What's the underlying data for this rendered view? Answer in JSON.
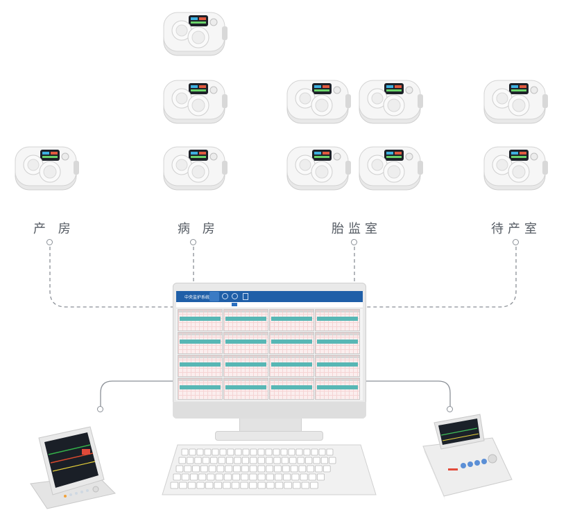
{
  "rooms": [
    {
      "id": "delivery",
      "label": "产 房"
    },
    {
      "id": "ward",
      "label": "病 房"
    },
    {
      "id": "fetal-monitor-room",
      "label": "胎监室"
    },
    {
      "id": "waiting-room",
      "label": "待产室"
    }
  ],
  "monitor_screen": {
    "app_title": "中央监护系统"
  },
  "colors": {
    "line": "#8a8f96",
    "label": "#555b63",
    "screen_header": "#1f5fa8",
    "trace_band": "#58b7b5"
  }
}
